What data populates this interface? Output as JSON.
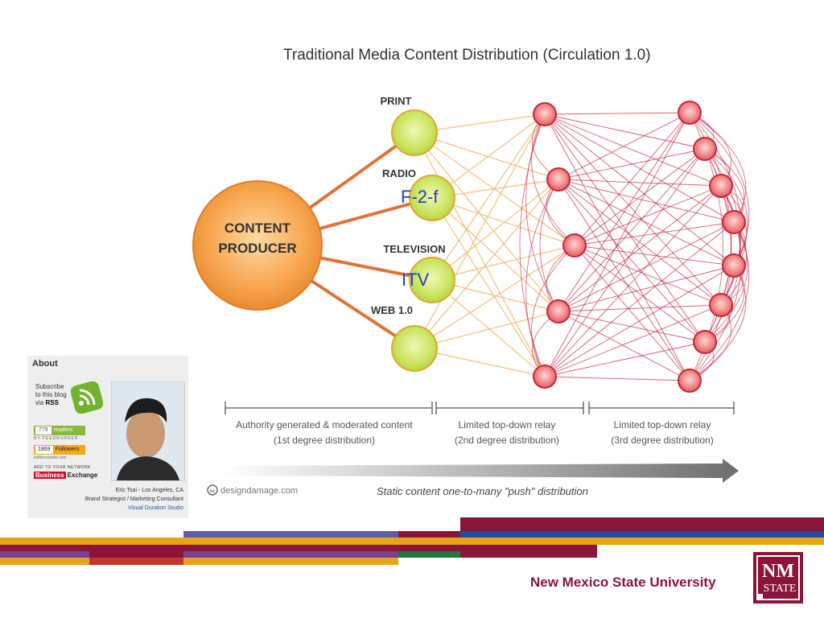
{
  "diagram": {
    "title": "Traditional Media Content Distribution (Circulation 1.0)",
    "producer_label_line1": "CONTENT",
    "producer_label_line2": "PRODUCER",
    "channels": [
      "PRINT",
      "RADIO",
      "TELEVISION",
      "WEB 1.0"
    ],
    "stages": [
      {
        "line1": "Authority generated & moderated content",
        "line2": "(1st degree distribution)"
      },
      {
        "line1": "Limited top-down relay",
        "line2": "(2nd degree distribution)"
      },
      {
        "line1": "Limited top-down relay",
        "line2": "(3rd degree distribution)"
      }
    ],
    "credit": "designdamage.com",
    "arrow_caption": "Static content one-to-many \"push\" distribution"
  },
  "overlays": {
    "label_1": "F-2-f",
    "label_2": "ITV"
  },
  "about_widget": {
    "title": "About",
    "subscribe_line1": "Subscribe",
    "subscribe_line2": "to this blog",
    "subscribe_via": "via",
    "subscribe_rss": "RSS",
    "readers_count": "779",
    "readers_label": "readers",
    "feedburner": "BY FEEDBURNER",
    "followers_count": "1869",
    "followers_label": "Followers",
    "twittercounter": "twittercounter.com",
    "add_network": "ADD TO YOUR NETWORK",
    "business": "Business",
    "exchange": "Exchange",
    "caption_line1": "Eric Tsai - Los Angeles, CA",
    "caption_line2": "Brand Strategist / Marketing Consultant",
    "caption_line3": "Visual Duration Studio"
  },
  "footer": {
    "university_name": "New Mexico State University",
    "logo_line1": "NM",
    "logo_line2": "STATE"
  },
  "colors": {
    "producer": "#f7a54c",
    "channel": "#c8e35a",
    "relay_node": "#f08080",
    "orange_line": "#e06a2c",
    "red_line": "#c8253f",
    "nmsu_crimson": "#8a1538"
  }
}
